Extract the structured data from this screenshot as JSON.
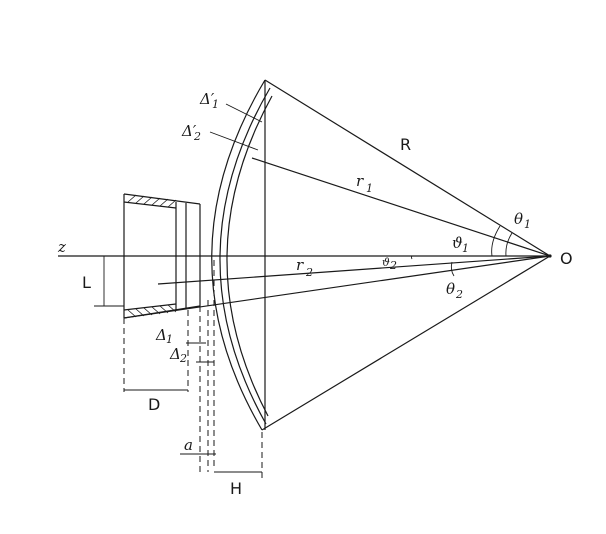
{
  "labels": {
    "z": "z",
    "o": "O",
    "R": "R",
    "r1": "r",
    "r1_sub": "1",
    "r2": "r",
    "r2_sub": "2",
    "theta1": "θ",
    "theta1_sub": "1",
    "theta2": "θ",
    "theta2_sub": "2",
    "vartheta1": "ϑ",
    "vartheta1_sub": "1",
    "vartheta2": "ϑ",
    "vartheta2_sub": "2",
    "delta1_prime": "Δ′",
    "delta1_prime_sub": "1",
    "delta2_prime": "Δ′",
    "delta2_prime_sub": "2",
    "delta1": "Δ",
    "delta1_sub": "1",
    "delta2": "Δ",
    "delta2_sub": "2",
    "L": "L",
    "D": "D",
    "a": "a",
    "H": "H"
  }
}
